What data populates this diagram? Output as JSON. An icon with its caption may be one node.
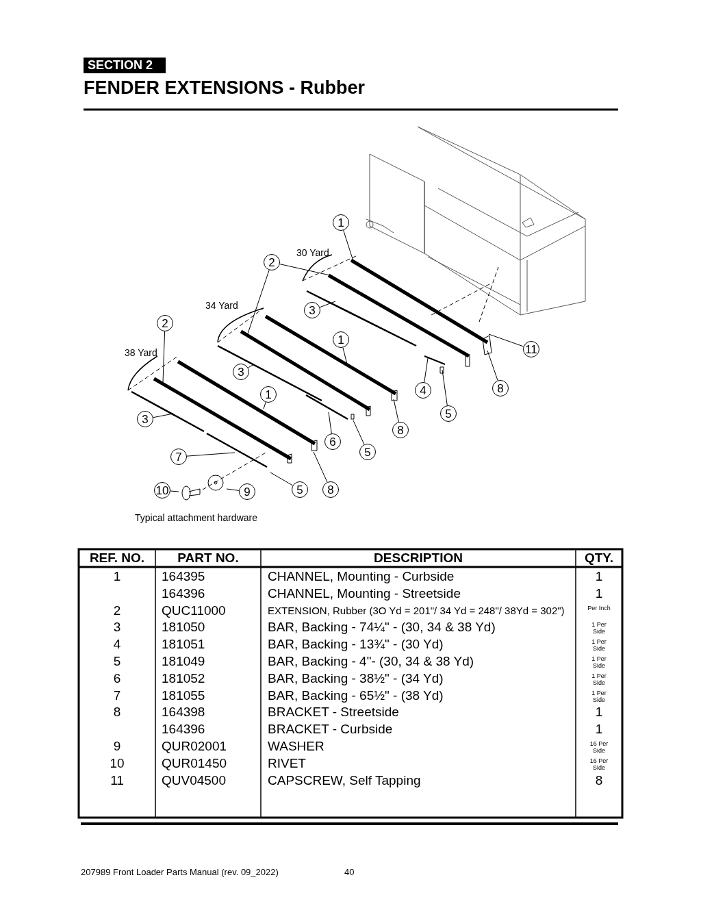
{
  "diagram": {
    "title": "FENDER EXTENSIONS - Rubber",
    "nodes": [
      {
        "text": [
          "1"
        ]
      },
      {
        "text": [
          "2"
        ]
      },
      {
        "text": [
          "3"
        ]
      },
      {
        "text": [
          "2"
        ]
      },
      {
        "text": [
          "1"
        ]
      },
      {
        "text": [
          "11"
        ]
      },
      {
        "text": [
          "3"
        ]
      },
      {
        "text": [
          "4"
        ]
      },
      {
        "text": [
          "8"
        ]
      },
      {
        "text": [
          "1"
        ]
      },
      {
        "text": [
          "5"
        ]
      },
      {
        "text": [
          "3"
        ]
      },
      {
        "text": [
          "8"
        ]
      },
      {
        "text": [
          "6"
        ]
      },
      {
        "text": [
          "5"
        ]
      },
      {
        "text": [
          "7"
        ]
      },
      {
        "text": [
          "10"
        ]
      },
      {
        "text": [
          "9"
        ]
      },
      {
        "text": [
          "5"
        ]
      },
      {
        "text": [
          "8"
        ]
      }
    ],
    "edges": [
      {
        "from": 0,
        "to": null,
        "arrow": "none"
      },
      {
        "from": 1,
        "to": null,
        "arrow": "none"
      },
      {
        "from": 1,
        "to": null,
        "arrow": "none"
      },
      {
        "from": 2,
        "to": null,
        "arrow": "none"
      },
      {
        "from": 3,
        "to": null,
        "arrow": "none"
      },
      {
        "from": 4,
        "to": null,
        "arrow": "none"
      },
      {
        "from": 5,
        "to": null,
        "arrow": "none"
      },
      {
        "from": 6,
        "to": null,
        "arrow": "none"
      },
      {
        "from": 7,
        "to": null,
        "arrow": "none"
      },
      {
        "from": 8,
        "to": null,
        "arrow": "none"
      },
      {
        "from": 9,
        "to": null,
        "arrow": "none"
      },
      {
        "from": 10,
        "to": null,
        "arrow": "none"
      },
      {
        "from": 11,
        "to": null,
        "arrow": "none"
      },
      {
        "from": 12,
        "to": null,
        "arrow": "none"
      },
      {
        "from": 13,
        "to": null,
        "arrow": "none"
      },
      {
        "from": 14,
        "to": null,
        "arrow": "none"
      },
      {
        "from": 15,
        "to": null,
        "arrow": "none"
      },
      {
        "from": 16,
        "to": null,
        "arrow": "none"
      },
      {
        "from": 17,
        "to": null,
        "arrow": "none"
      },
      {
        "from": 18,
        "to": null,
        "arrow": "none"
      },
      {
        "from": 19,
        "to": null,
        "arrow": "none"
      }
    ],
    "labels": [
      "SECTION 2",
      "30 Yard",
      "34 Yard",
      "38 Yard",
      "Typical attachment hardware",
      "REF. NO.",
      "PART NO.",
      "DESCRIPTION",
      "QTY.",
      "1",
      "164395",
      "CHANNEL, Mounting - Curbside",
      "1",
      "164396",
      "CHANNEL, Mounting - Streetside",
      "1",
      "2",
      "QUC11000",
      "EXTENSION, Rubber (3O Yd = 201\"/ 34 Yd = 248\"/ 38Yd = 302\")",
      "Per Inch",
      "3",
      "181050",
      "BAR, Backing - 74¼\" - (30, 34 & 38 Yd)",
      "1 Per Side",
      "4",
      "181051",
      "BAR, Backing - 13¾\" - (30 Yd)",
      "1 Per Side",
      "5",
      "181049",
      "BAR, Backing - 4\"- (30, 34 & 38 Yd)",
      "1 Per Side",
      "6",
      "181052",
      "BAR, Backing - 38½\" - (34 Yd)",
      "1 Per Side",
      "7",
      "181055",
      "BAR, Backing - 65½\" - (38 Yd)",
      "1 Per Side",
      "8",
      "164398",
      "BRACKET - Streetside",
      "1",
      "164396",
      "BRACKET - Curbside",
      "1",
      "9",
      "QUR02001",
      "WASHER",
      "16 Per Side",
      "10",
      "QUR01450",
      "RIVET",
      "16 Per Side",
      "11",
      "QUV04500",
      "CAPSCREW, Self Tapping",
      "8",
      "207989 Front Loader Parts Manual (rev. 09_2022)",
      "40"
    ]
  }
}
